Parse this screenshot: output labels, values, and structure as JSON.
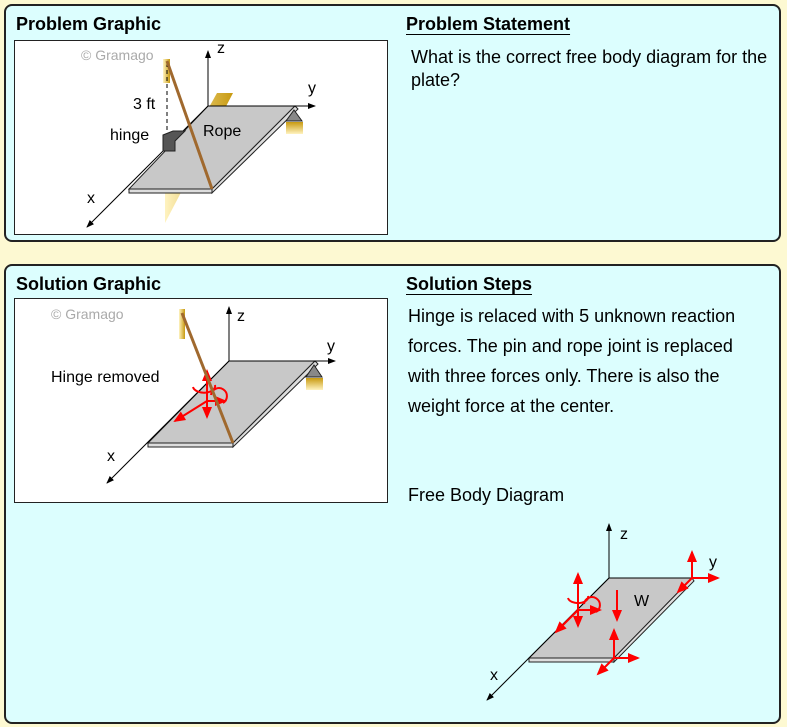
{
  "problem": {
    "graphic_title": "Problem Graphic",
    "statement_title": "Problem Statement",
    "statement": "What is the correct free body diagram for the plate?",
    "labels": {
      "watermark": "© Gramago",
      "z": "z",
      "y": "y",
      "x": "x",
      "distance": "3 ft",
      "hinge": "hinge",
      "rope": "Rope"
    }
  },
  "solution": {
    "graphic_title": "Solution Graphic",
    "steps_title": "Solution Steps",
    "steps": "Hinge is relaced with 5 unknown reaction forces. The pin and rope joint is replaced with three forces only. There is also the weight force at the center.",
    "fbd_title": "Free Body Diagram",
    "labels": {
      "watermark": "© Gramago",
      "z": "z",
      "y": "y",
      "x": "x",
      "hinge_removed": "Hinge removed",
      "weight": "W"
    }
  },
  "colors": {
    "background": "#fdf9d2",
    "panel": "#dcfefe",
    "force": "#ff0000",
    "rope": "#a0692e",
    "wall": "#d4a418",
    "plate": "#c8c8c8"
  }
}
